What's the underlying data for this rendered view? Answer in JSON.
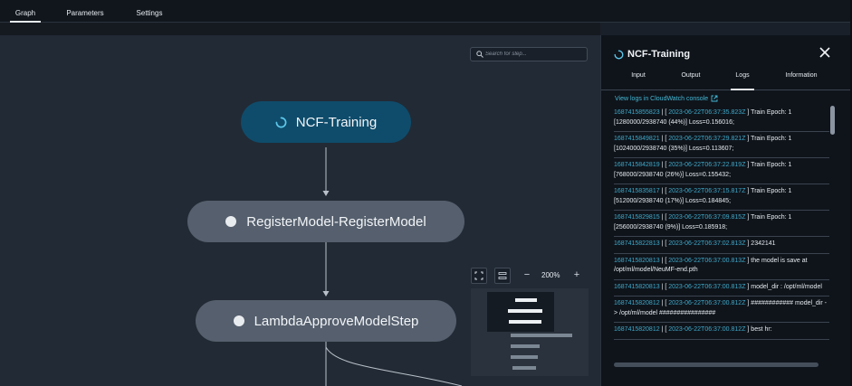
{
  "top_tabs": [
    {
      "label": "Graph",
      "active": true
    },
    {
      "label": "Parameters",
      "active": false
    },
    {
      "label": "Settings",
      "active": false
    }
  ],
  "canvas": {
    "search_placeholder": "Search for step...",
    "zoom_level": "200%",
    "zoom_out_label": "−",
    "zoom_in_label": "+"
  },
  "nodes": [
    {
      "label": "NCF-Training",
      "status": "running"
    },
    {
      "label": "RegisterModel-RegisterModel",
      "status": "pending"
    },
    {
      "label": "LambdaApproveModelStep",
      "status": "pending"
    }
  ],
  "panel": {
    "title": "NCF-Training",
    "tabs": [
      {
        "label": "Input",
        "active": false
      },
      {
        "label": "Output",
        "active": false
      },
      {
        "label": "Logs",
        "active": true
      },
      {
        "label": "Information",
        "active": false
      }
    ],
    "cloudwatch_link": "View logs in CloudWatch console",
    "logs": [
      {
        "ts": "1687415855823",
        "dt": "2023-06-22T06:37:35.823Z",
        "msg": "] Train Epoch: 1 [1280000/2938740 (44%)] Loss=0.156016;"
      },
      {
        "ts": "1687415849821",
        "dt": "2023-06-22T06:37:29.821Z",
        "msg": "] Train Epoch: 1 [1024000/2938740 (35%)] Loss=0.113607;"
      },
      {
        "ts": "1687415842819",
        "dt": "2023-06-22T06:37:22.819Z",
        "msg": "] Train Epoch: 1 [768000/2938740 (26%)] Loss=0.155432;"
      },
      {
        "ts": "1687415835817",
        "dt": "2023-06-22T06:37:15.817Z",
        "msg": "] Train Epoch: 1 [512000/2938740 (17%)] Loss=0.184845;"
      },
      {
        "ts": "1687415829815",
        "dt": "2023-06-22T06:37:09.815Z",
        "msg": "] Train Epoch: 1 [256000/2938740 (9%)] Loss=0.185918;"
      },
      {
        "ts": "1687415822813",
        "dt": "2023-06-22T06:37:02.813Z",
        "msg": "] 2342141"
      },
      {
        "ts": "1687415820813",
        "dt": "2023-06-22T06:37:00.813Z",
        "msg": "] the model is save at /opt/ml/model/NeuMF-end.pth"
      },
      {
        "ts": "1687415820813",
        "dt": "2023-06-22T06:37:00.813Z",
        "msg": "] model_dir : /opt/ml/model"
      },
      {
        "ts": "1687415820812",
        "dt": "2023-06-22T06:37:00.812Z",
        "msg": "] ############ model_dir -> /opt/ml/model ################"
      },
      {
        "ts": "1687415820812",
        "dt": "2023-06-22T06:37:00.812Z",
        "msg": "] best  hr:"
      }
    ]
  },
  "colors": {
    "accent": "#44b9d6",
    "running_node": "#0f4c6b",
    "pending_node": "#555f6d"
  }
}
